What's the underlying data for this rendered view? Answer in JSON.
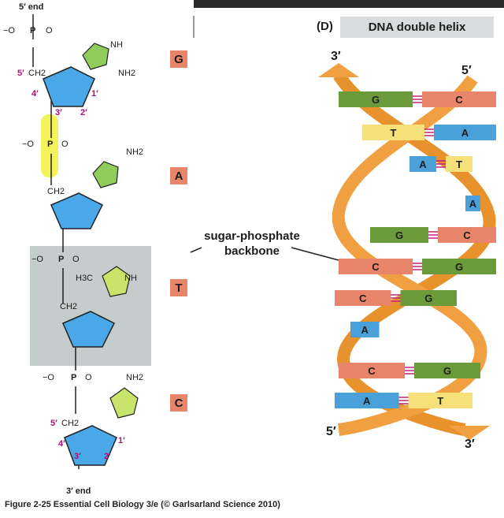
{
  "left_panel": {
    "five_prime_end": "5′ end",
    "three_prime_end": "3′ end",
    "five_prime_ch2": "5′",
    "bases": [
      "G",
      "A",
      "T",
      "C"
    ],
    "phosphate": {
      "o_minus": "−O",
      "p": "P",
      "o": "O"
    },
    "sugar_labels": {
      "c4": "4′",
      "c3": "3′",
      "c2": "2′",
      "c1": "1′",
      "c5": "5′"
    },
    "ch2": "CH2",
    "nh2": "NH2",
    "nh": "NH",
    "h3c": "H3C"
  },
  "right_panel": {
    "letter": "(D)",
    "title": "DNA double helix",
    "strand_end_top_left": "3′",
    "strand_end_top_right": "5′",
    "strand_end_bottom_left": "5′",
    "strand_end_bottom_right": "3′",
    "pairs": [
      {
        "left": "G",
        "right": "C"
      },
      {
        "left": "T",
        "right": "A"
      },
      {
        "left": "A",
        "right": "T"
      },
      {
        "left": "",
        "right": "A"
      },
      {
        "left": "G",
        "right": "C"
      },
      {
        "left": "C",
        "right": "G"
      },
      {
        "left": "C",
        "right": "G"
      },
      {
        "left": "A",
        "right": ""
      },
      {
        "left": "C",
        "right": "G"
      },
      {
        "left": "A",
        "right": "T"
      }
    ]
  },
  "backbone_label": [
    "sugar-phosphate",
    "backbone"
  ],
  "caption": "Figure 2-25 Essential Cell Biology 3/e (© Garlsarland Science 2010)",
  "colors": {
    "G": "#6a9a3a",
    "C": "#e8846a",
    "T": "#f5e07a",
    "A": "#4aa0d8",
    "sugar": "#4aa8e8",
    "helix": "#f0a040",
    "highlight": "#f2f25a",
    "box_bg": "#c4cccc"
  }
}
